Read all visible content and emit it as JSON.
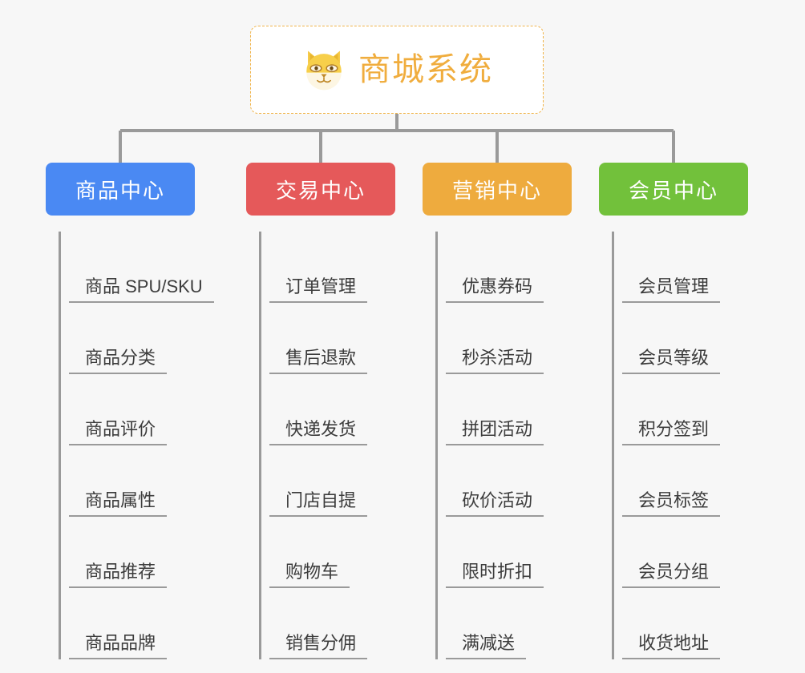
{
  "diagram": {
    "type": "mind-map",
    "background_color": "#f7f7f7",
    "root": {
      "title": "商城系统",
      "icon": "shiba-dog-face-emoji",
      "text_color": "#f0ad3e",
      "border_color": "#f0b44a",
      "border_style": "dashed"
    },
    "connector_color": "#9a9a9a",
    "branches": [
      {
        "label": "商品中心",
        "color": "#4a89f3",
        "items": [
          "商品 SPU/SKU",
          "商品分类",
          "商品评价",
          "商品属性",
          "商品推荐",
          "商品品牌"
        ]
      },
      {
        "label": "交易中心",
        "color": "#e5595a",
        "items": [
          "订单管理",
          "售后退款",
          "快递发货",
          "门店自提",
          "购物车",
          "销售分佣"
        ]
      },
      {
        "label": "营销中心",
        "color": "#eeab3e",
        "items": [
          "优惠券码",
          "秒杀活动",
          "拼团活动",
          "砍价活动",
          "限时折扣",
          "满减送"
        ]
      },
      {
        "label": "会员中心",
        "color": "#72c13b",
        "items": [
          "会员管理",
          "会员等级",
          "积分签到",
          "会员标签",
          "会员分组",
          "收货地址"
        ]
      }
    ]
  }
}
